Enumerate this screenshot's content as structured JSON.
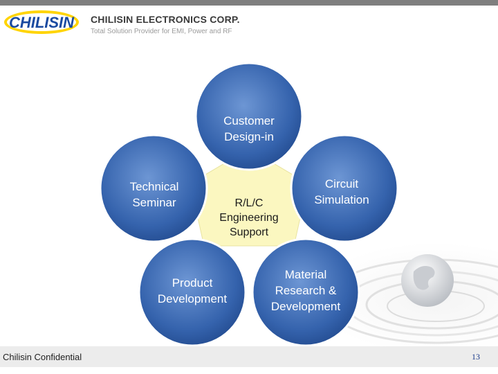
{
  "header": {
    "logo_text": "CHILISIN",
    "company": "CHILISIN ELECTRONICS CORP.",
    "tagline": "Total Solution Provider for EMI, Power and RF"
  },
  "diagram": {
    "center": [
      "R/L/C",
      "Engineering",
      "Support"
    ],
    "petals": {
      "top": [
        "Customer",
        "Design-in"
      ],
      "left": [
        "Technical",
        "Seminar"
      ],
      "right": [
        "Circuit",
        "Simulation"
      ],
      "bottom_left": [
        "Product",
        "Development"
      ],
      "bottom_right": [
        "Material",
        "Research &",
        "Development"
      ]
    },
    "colors": {
      "petal": "#2f5fa8",
      "petal_light": "#5b86c8",
      "petal_edge": "#ffffff",
      "center": "#fbf7c0"
    }
  },
  "footer": {
    "confidential": "Chilisin Confidential",
    "page_number": "13"
  }
}
